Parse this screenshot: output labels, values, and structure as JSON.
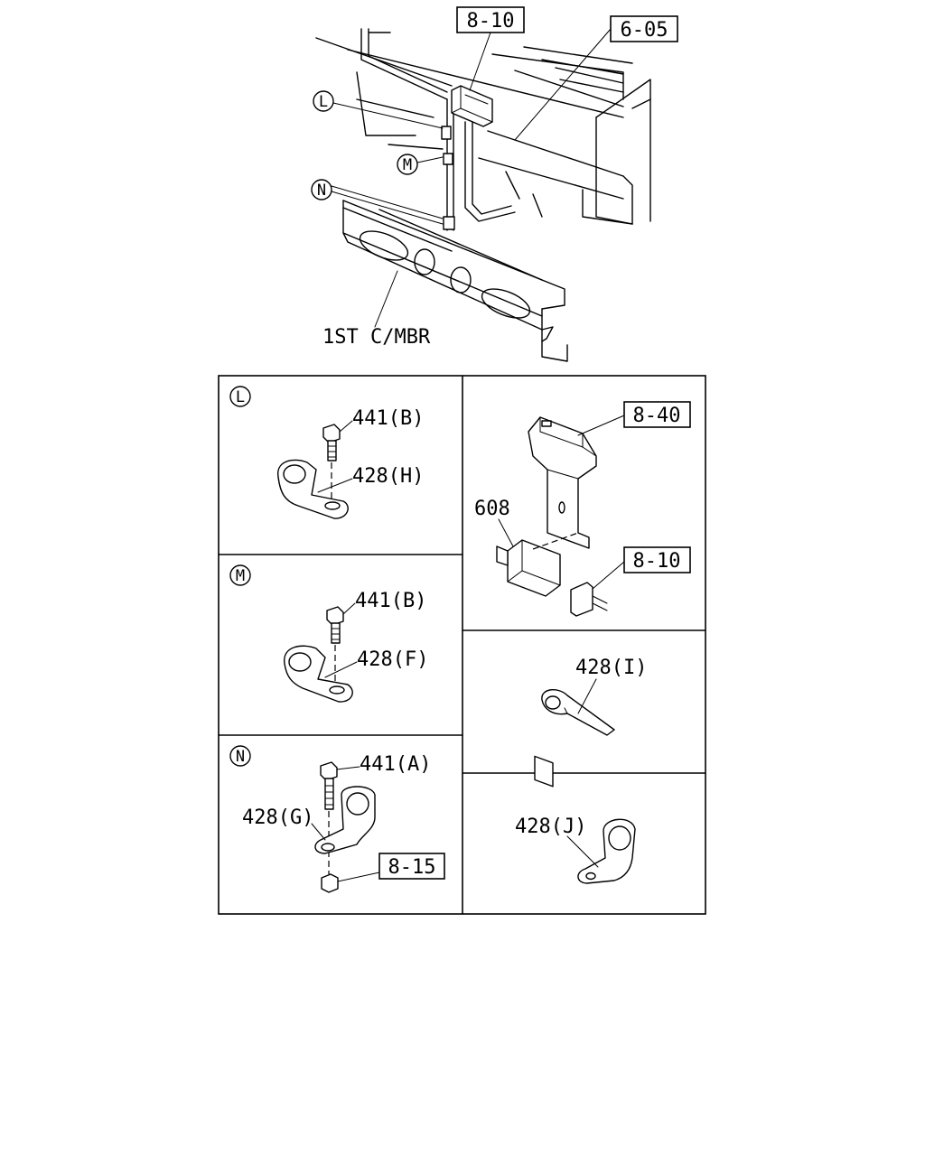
{
  "overview": {
    "ref_8_10_top": "8-10",
    "ref_6_05": "6-05",
    "callout_l": "L",
    "callout_m": "M",
    "callout_n": "N",
    "crossmember_label": "1ST C/MBR"
  },
  "panel_l": {
    "letter": "L",
    "bolt_label": "441(B)",
    "clip_label": "428(H)"
  },
  "panel_m": {
    "letter": "M",
    "bolt_label": "441(B)",
    "clip_label": "428(F)"
  },
  "panel_n": {
    "letter": "N",
    "bolt_label": "441(A)",
    "clip_label": "428(G)",
    "nut_ref": "8-15"
  },
  "panel_switch": {
    "bracket_ref": "8-40",
    "switch_label": "608",
    "connector_ref": "8-10"
  },
  "panel_i": {
    "clip_label": "428(I)"
  },
  "panel_j": {
    "clip_label": "428(J)"
  }
}
